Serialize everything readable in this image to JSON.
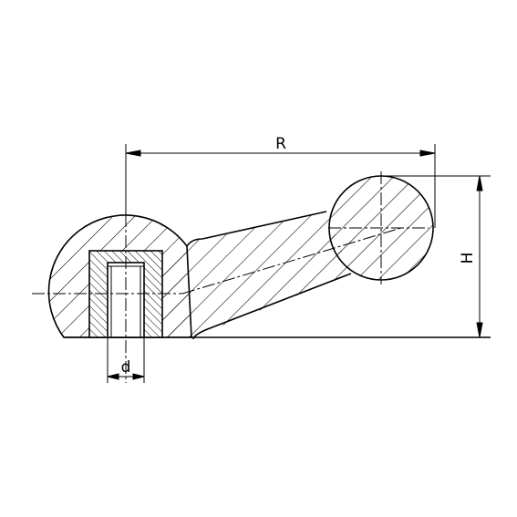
{
  "labels": {
    "radius": "R",
    "height": "H",
    "thread_diameter": "d"
  }
}
